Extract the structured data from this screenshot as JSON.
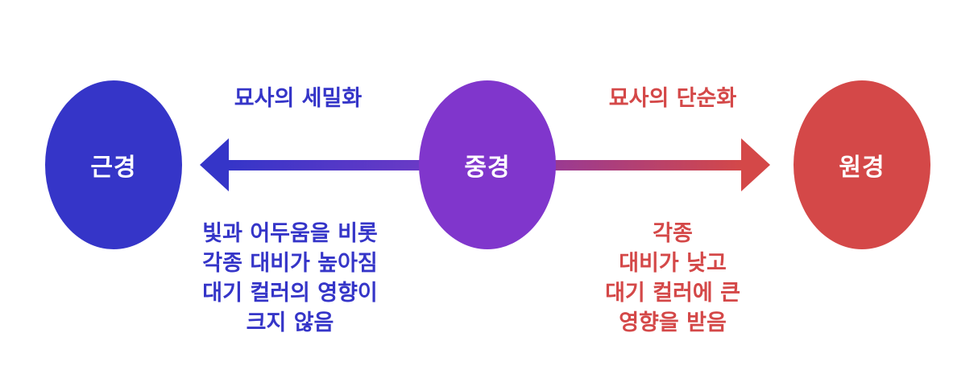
{
  "colors": {
    "near": "#3535c8",
    "mid": "#8036cc",
    "far": "#d44848",
    "left_text": "#3535c8",
    "right_text": "#d44848"
  },
  "nodes": {
    "near": "근경",
    "mid": "중경",
    "far": "원경"
  },
  "arrows": {
    "left_label": "묘사의 세밀화",
    "right_label": "묘사의 단순화"
  },
  "descriptions": {
    "near_side": [
      "빛과 어두움을 비롯",
      "각종 대비가 높아짐",
      "대기 컬러의 영향이",
      "크지 않음"
    ],
    "far_side": [
      "각종",
      "대비가 낮고",
      "대기 컬러에 큰",
      "영향을 받음"
    ]
  }
}
